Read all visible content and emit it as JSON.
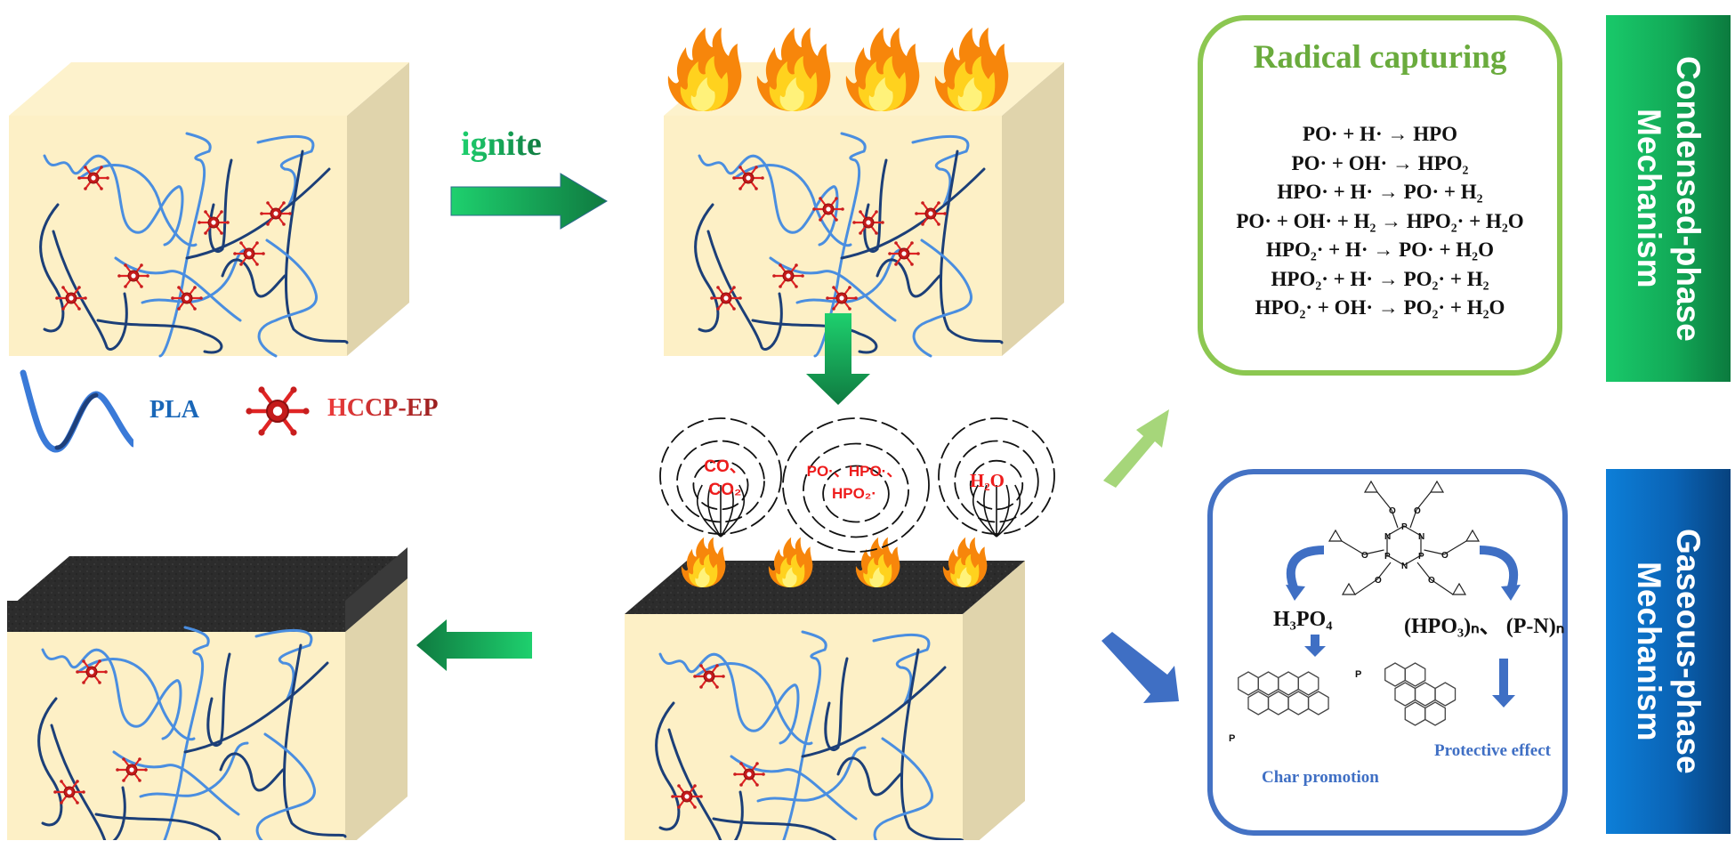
{
  "ignite_label": "ignite",
  "legend": {
    "pla_label": "PLA",
    "hccp_label": "HCCP-EP"
  },
  "gas_clouds": [
    {
      "line1": "CO、",
      "line2": "CO₂"
    },
    {
      "line1": "PO·、HPO·、",
      "line2": "HPO₂·"
    },
    {
      "line1": "H₂O",
      "line2": ""
    }
  ],
  "radical_capturing": {
    "title": "Radical capturing",
    "equations": [
      "PO· + H· → HPO",
      "PO· + OH· → HPO₂",
      "HPO· + H· → PO· + H₂",
      "PO· + OH· + H₂ → HPO₂· + H₂O",
      "HPO₂· + H· → PO· + H₂O",
      "HPO₂· + H· → PO₂· + H₂",
      "HPO₂· + OH· → PO₂· + H₂O"
    ]
  },
  "gaseous_box": {
    "product_left": "H₃PO₄",
    "product_right": "(HPO₃)ₙ、 (P-N)ₙ",
    "effect_left": "Char promotion",
    "effect_right": "Protective effect",
    "molecule_atoms": {
      "phosphorus": "P",
      "nitrogen": "N",
      "oxygen": "O"
    }
  },
  "banners": {
    "condensed": {
      "line1": "Condensed-phase",
      "line2": "Mechanism",
      "color_start": "#19c96a",
      "color_end": "#0b7a3e"
    },
    "gaseous": {
      "line1": "Gaseous-phase",
      "line2": "Mechanism",
      "color_start": "#0d7fd8",
      "color_end": "#07427e"
    }
  },
  "colors": {
    "matrix_front": "#fdf0c6",
    "matrix_side": "#e0d4ac",
    "chain_light": "#4a8ee0",
    "chain_dark": "#1c3f78",
    "hccp_red": "#e22828",
    "arrow_green": "#16b860",
    "arrow_light_green": "#a6d67a",
    "arrow_blue": "#3f6fc4",
    "char_black": "#2a2a2a",
    "flame_orange": "#f7860b",
    "flame_yellow": "#ffe02a"
  }
}
